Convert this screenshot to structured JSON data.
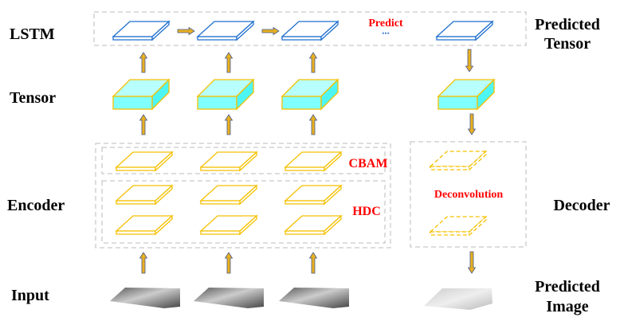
{
  "labels": {
    "left": [
      "LSTM",
      "Tensor",
      "Encoder",
      "Input"
    ],
    "right_predicted_tensor": [
      "Predicted",
      "Tensor"
    ],
    "right_decoder": "Decoder",
    "right_predicted_image": [
      "Predicted",
      "Image"
    ]
  },
  "annotations": {
    "predict": "Predict",
    "ellipsis": "•••",
    "cbam": "CBAM",
    "hdc": "HDC",
    "deconvolution": "Deconvolution"
  },
  "colors": {
    "lstm_plate": "#1f6fd0",
    "encoder_plate": "#f5c000",
    "tensor_face": "#7fffff",
    "tensor_side": "#4ef5f5",
    "tensor_top": "#b8ffff",
    "arrow_fill": "#e8b020",
    "arrow_stroke": "#4a5a8a",
    "dashed_box": "#bbbbbb",
    "accent_red": "#ff0000"
  }
}
